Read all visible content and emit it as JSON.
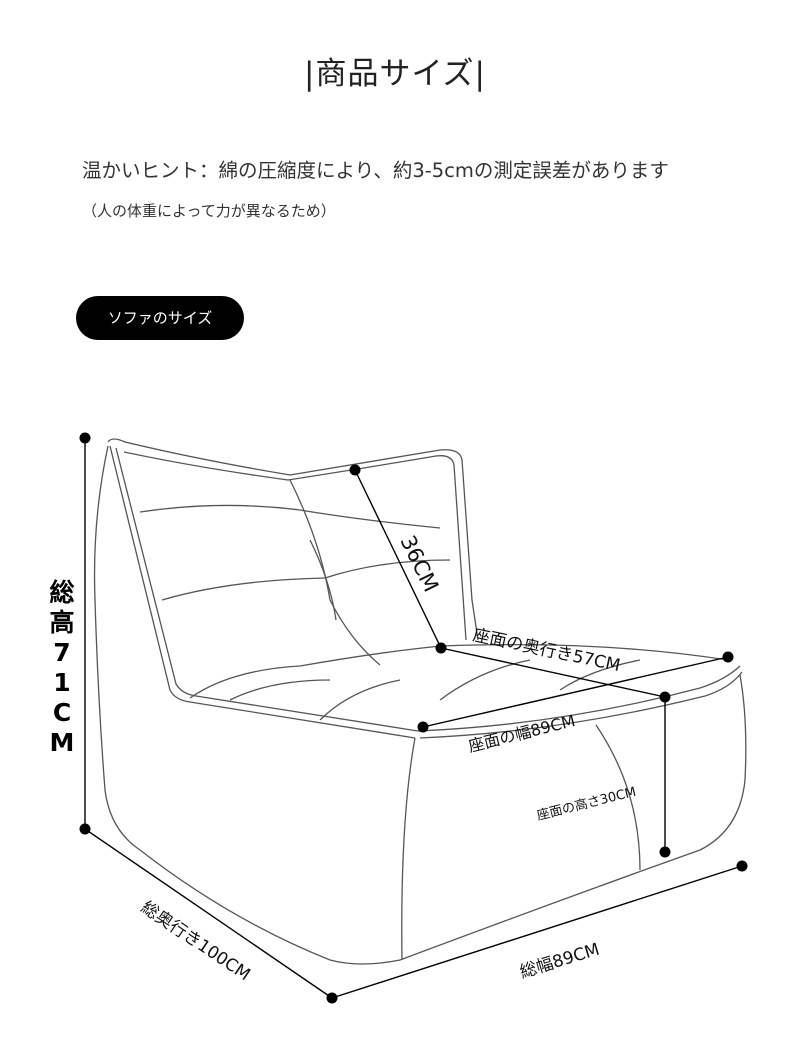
{
  "header": {
    "title": "|商品サイズ|"
  },
  "notice": {
    "hint": "温かいヒント：綿の圧縮度により、約3-5cmの測定誤差があります",
    "sub": "（人の体重によって力が異なるため）"
  },
  "section": {
    "label": "ソファのサイズ"
  },
  "dimensions": {
    "total_height": [
      "総",
      "高",
      "7",
      "1",
      "C",
      "M"
    ],
    "back_height": "36CM",
    "seat_depth": "座面の奥行き57CM",
    "seat_width": "座面の幅89CM",
    "seat_height": "座面の高さ30CM",
    "total_width": "総幅89CM",
    "total_depth": "総奥行き100CM"
  }
}
